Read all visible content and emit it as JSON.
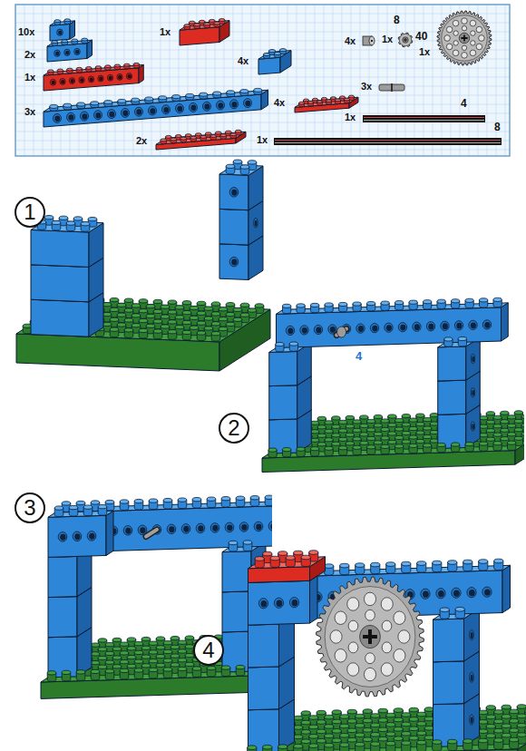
{
  "diagram": {
    "nodes": [
      {
        "text": [
          "1"
        ]
      },
      {
        "text": [
          "2"
        ]
      },
      {
        "text": [
          "3"
        ]
      },
      {
        "text": [
          "4"
        ]
      }
    ],
    "labels": [
      "10x",
      "2x",
      "1x",
      "3x",
      "1x",
      "2x",
      "4x",
      "4x",
      "4x",
      "8",
      "1x",
      "40",
      "1x",
      "3x",
      "4",
      "1x",
      "8",
      "1x",
      "4"
    ]
  }
}
